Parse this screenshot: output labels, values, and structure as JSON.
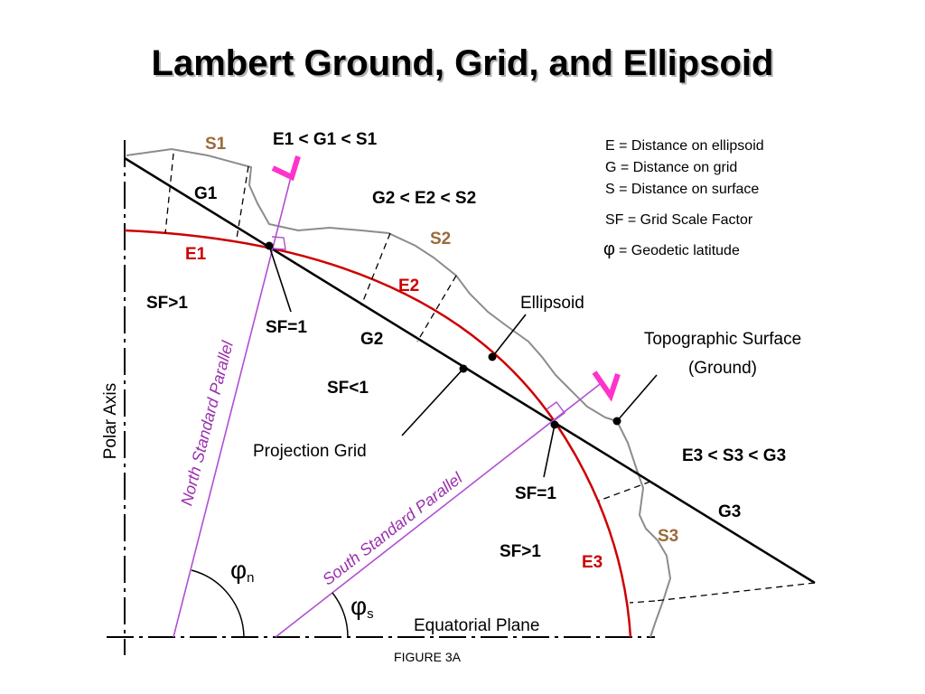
{
  "title": "Lambert Ground, Grid, and Ellipsoid",
  "caption": "FIGURE 3A",
  "legend": [
    "E = Distance on ellipsoid",
    "G = Distance on grid",
    "S = Distance on surface",
    "SF = Grid Scale Factor",
    "= Geodetic latitude"
  ],
  "legend_phi": "φ",
  "relations": {
    "r1": "E1 < G1 < S1",
    "r2": "G2 < E2 < S2",
    "r3": "E3 < S3 < G3"
  },
  "segment_labels": {
    "s1": "S1",
    "g1": "G1",
    "e1": "E1",
    "s2": "S2",
    "g2": "G2",
    "e2": "E2",
    "s3": "S3",
    "g3": "G3",
    "e3": "E3"
  },
  "scale_labels": {
    "sf_gt1_top": "SF>1",
    "sf_eq1_north": "SF=1",
    "sf_lt1": "SF<1",
    "sf_eq1_south": "SF=1",
    "sf_gt1_bottom": "SF>1"
  },
  "callouts": {
    "ellipsoid": "Ellipsoid",
    "topo_line1": "Topographic Surface",
    "topo_line2": "(Ground)",
    "projection_grid": "Projection Grid",
    "equatorial_plane": "Equatorial Plane",
    "polar_axis": "Polar Axis",
    "north_parallel": "North Standard Parallel",
    "south_parallel": "South Standard Parallel"
  },
  "angles": {
    "phi": "φ",
    "n_sub": "n",
    "s_sub": "s"
  },
  "colors": {
    "ellipsoid": "#cc0000",
    "grid": "#000000",
    "surface": "#8c8c8c",
    "parallel": "#b04fd0",
    "arrow": "#ff33cc",
    "surface_label": "#9b6a3a"
  }
}
